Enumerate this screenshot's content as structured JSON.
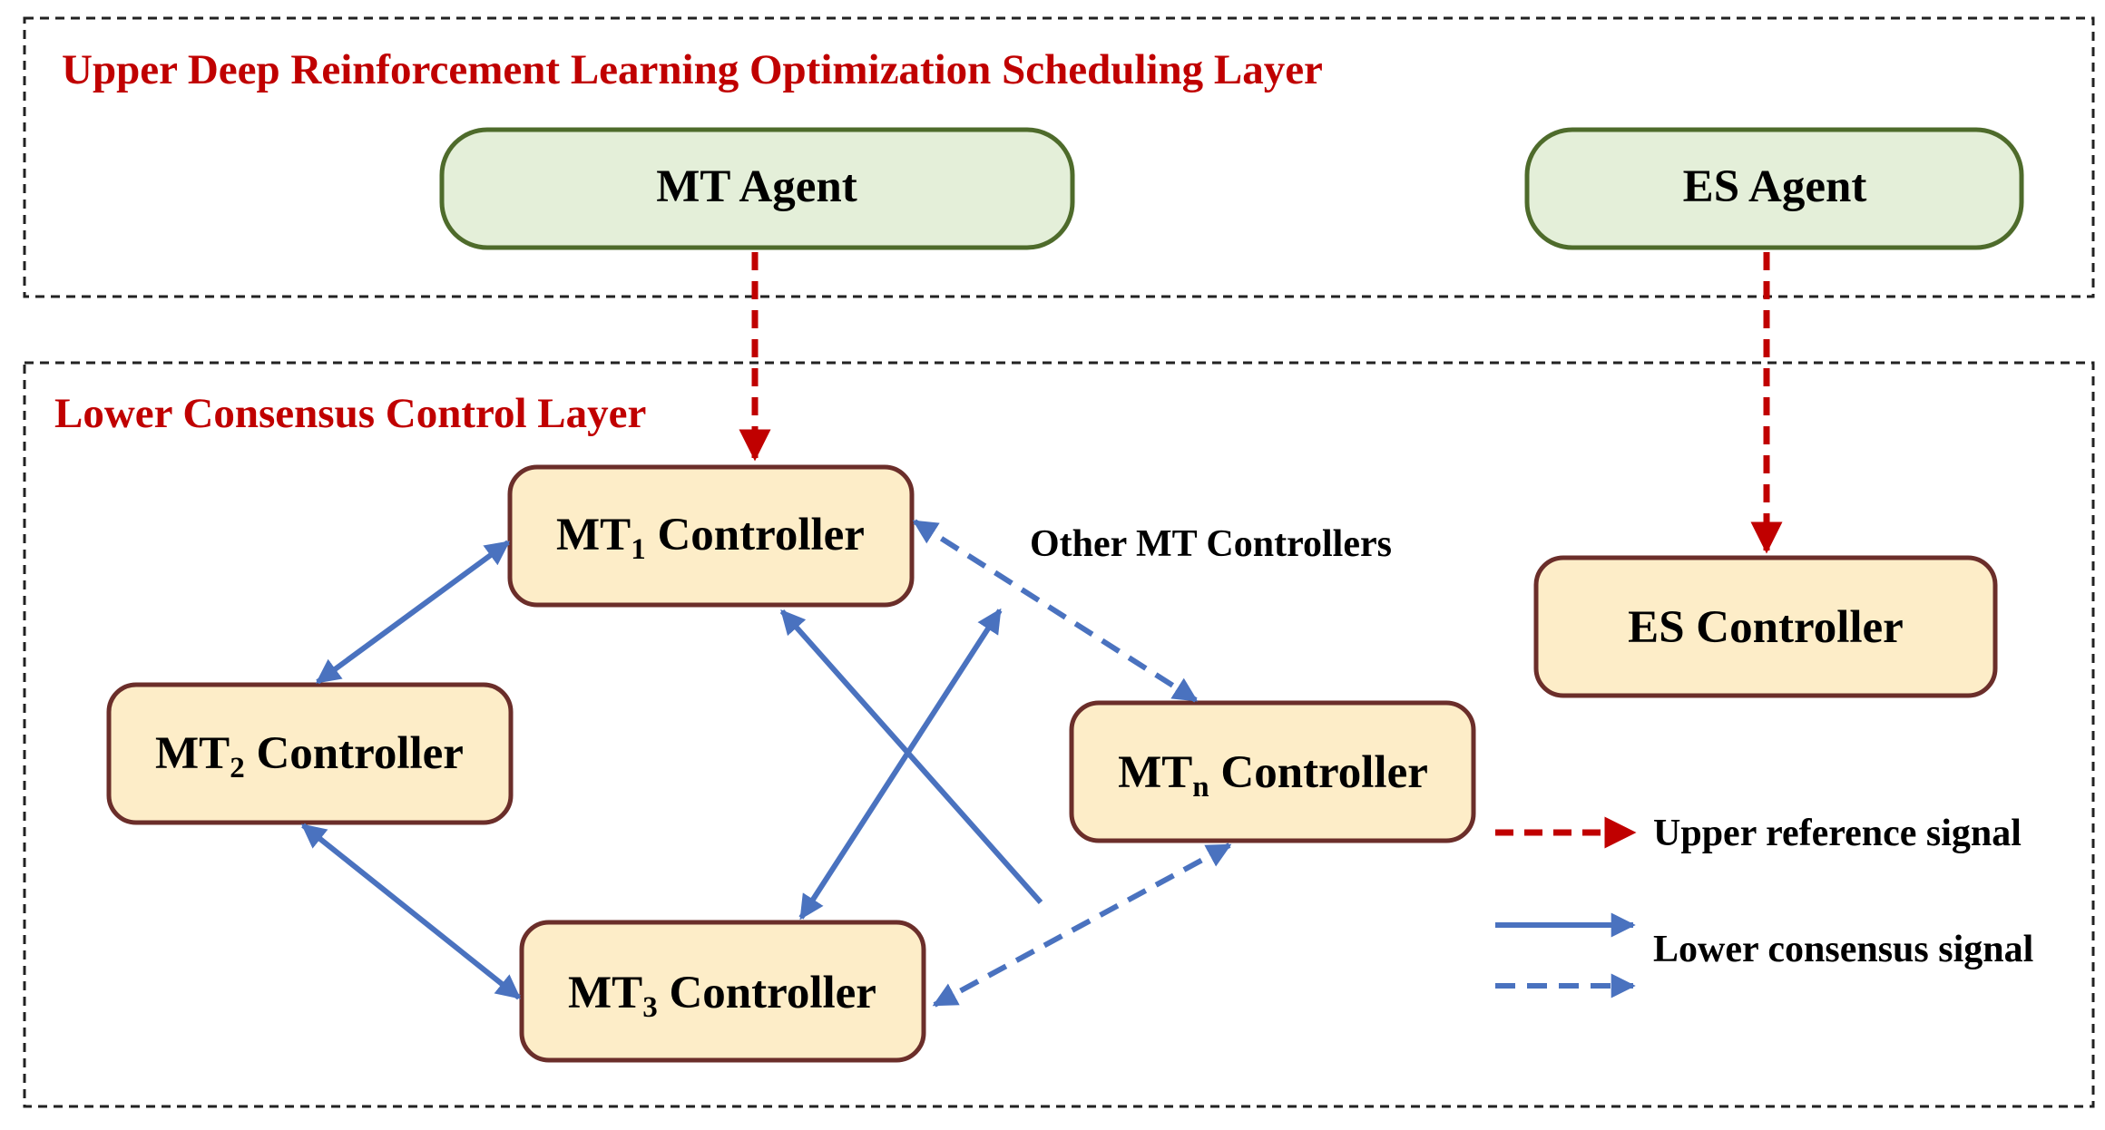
{
  "colors": {
    "upper_signal": "#c00000",
    "lower_signal": "#4a72bf",
    "layer_title": "#c00000",
    "agent_fill": "#e4efd9",
    "agent_stroke": "#4e6b2b",
    "controller_fill": "#fdedc8",
    "controller_stroke": "#6b2e2a",
    "text": "#000000",
    "layer_border": "#222222"
  },
  "upper_layer": {
    "title": "Upper Deep Reinforcement Learning Optimization Scheduling Layer",
    "agents": [
      {
        "id": "mt_agent",
        "label": "MT Agent"
      },
      {
        "id": "es_agent",
        "label": "ES Agent"
      }
    ]
  },
  "lower_layer": {
    "title": "Lower Consensus Control Layer",
    "controllers": [
      {
        "id": "mt1",
        "prefix": "MT",
        "sub": "1",
        "suffix": " Controller"
      },
      {
        "id": "mt2",
        "prefix": "MT",
        "sub": "2",
        "suffix": " Controller"
      },
      {
        "id": "mt3",
        "prefix": "MT",
        "sub": "3",
        "suffix": " Controller"
      },
      {
        "id": "mtn",
        "prefix": "MT",
        "sub": "n",
        "suffix": " Controller"
      },
      {
        "id": "es",
        "prefix": "ES Controller",
        "sub": "",
        "suffix": ""
      }
    ],
    "note": "Other MT Controllers"
  },
  "legend": {
    "upper": "Upper reference signal",
    "lower": "Lower consensus signal"
  }
}
